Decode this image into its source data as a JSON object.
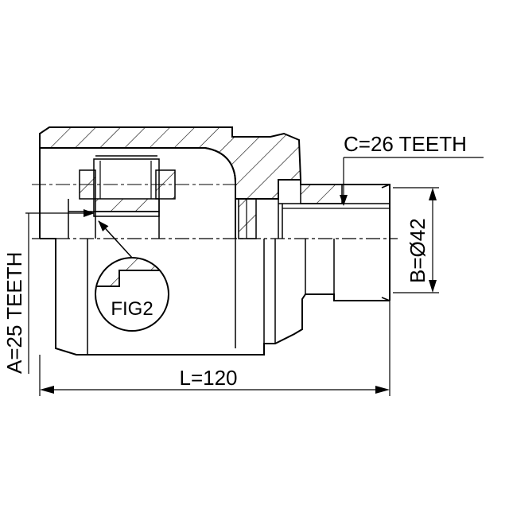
{
  "labels": {
    "c_teeth": "C=26 TEETH",
    "b_diameter": "B=Ø42",
    "a_teeth": "A=25 TEETH",
    "length": "L=120",
    "fig": "FIG2"
  }
}
